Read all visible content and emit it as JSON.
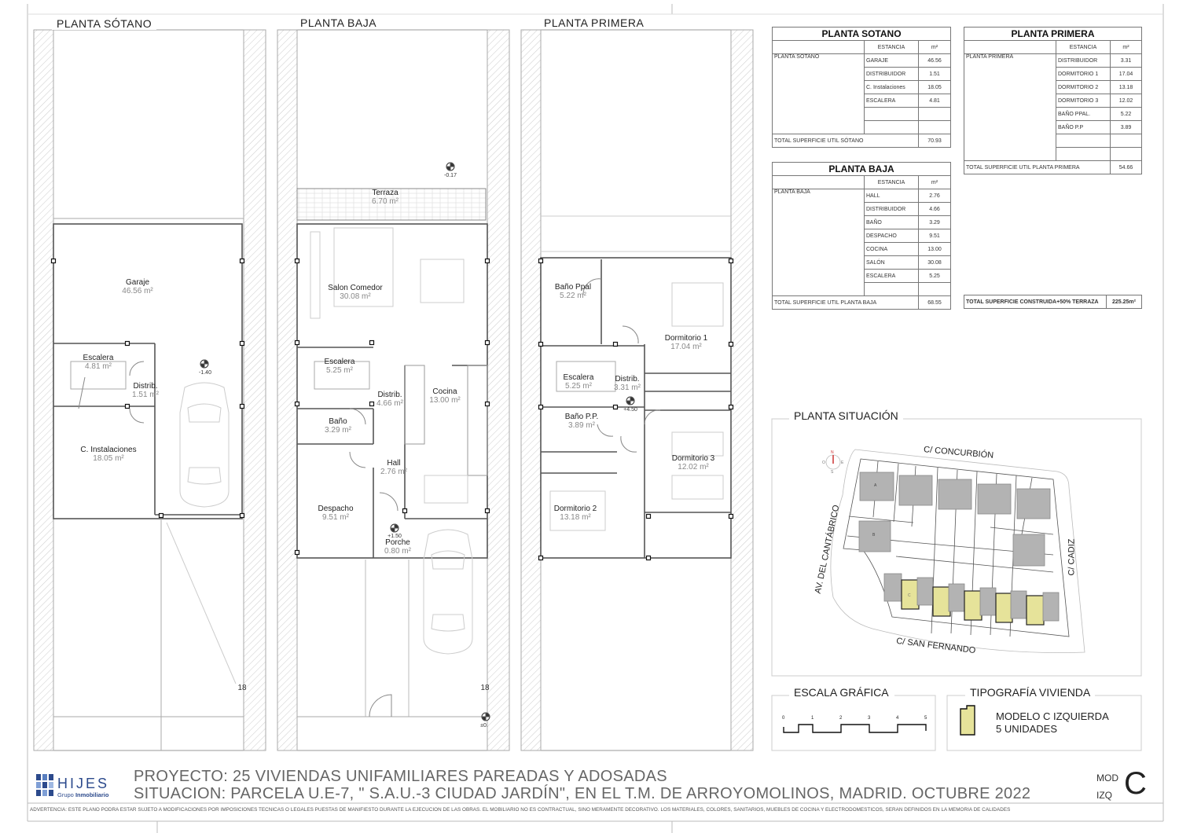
{
  "plans": {
    "sotano": {
      "title": "PLANTA SÓTANO",
      "rooms": [
        {
          "name": "Garaje",
          "area": "46.56 m²"
        },
        {
          "name": "Escalera",
          "area": "4.81 m²"
        },
        {
          "name": "Distrib.",
          "area": "1.51 m²"
        },
        {
          "name": "C. Instalaciones",
          "area": "18.05 m²"
        }
      ],
      "levels": [
        "-1.40"
      ],
      "dim": "18"
    },
    "baja": {
      "title": "PLANTA BAJA",
      "rooms": [
        {
          "name": "Terraza",
          "area": "6.70 m²"
        },
        {
          "name": "Salon Comedor",
          "area": "30.08 m²"
        },
        {
          "name": "Escalera",
          "area": "5.25 m²"
        },
        {
          "name": "Distrib.",
          "area": "4.66 m²"
        },
        {
          "name": "Cocina",
          "area": "13.00 m²"
        },
        {
          "name": "Baño",
          "area": "3.29 m²"
        },
        {
          "name": "Hall",
          "area": "2.76 m²"
        },
        {
          "name": "Despacho",
          "area": "9.51 m²"
        },
        {
          "name": "Porche",
          "area": "0.80 m²"
        }
      ],
      "levels": [
        "-0.17",
        "+1.50",
        "±0."
      ],
      "dim": "18"
    },
    "primera": {
      "title": "PLANTA PRIMERA",
      "rooms": [
        {
          "name": "Baño Ppal",
          "area": "5.22 m²"
        },
        {
          "name": "Dormitorio 1",
          "area": "17.04 m²"
        },
        {
          "name": "Escalera",
          "area": "5.25 m²"
        },
        {
          "name": "Distrib.",
          "area": "3.31 m²"
        },
        {
          "name": "Baño P.P.",
          "area": "3.89 m²"
        },
        {
          "name": "Dormitorio 3",
          "area": "12.02 m²"
        },
        {
          "name": "Dormitorio 2",
          "area": "13.18 m²"
        }
      ],
      "levels": [
        "+4.50"
      ]
    }
  },
  "tables": {
    "sotano": {
      "title": "PLANTA SOTANO",
      "col_estancia": "ESTANCIA",
      "col_m2": "m²",
      "group": "PLANTA SOTANO",
      "rows": [
        [
          "GARAJE",
          "46.56"
        ],
        [
          "DISTRIBUIDOR",
          "1.51"
        ],
        [
          "C. Instalaciones",
          "18.05"
        ],
        [
          "ESCALERA",
          "4.81"
        ],
        [
          "",
          ""
        ],
        [
          "",
          ""
        ]
      ],
      "total_label": "TOTAL SUPERFICIE UTIL SÓTANO",
      "total": "70.93"
    },
    "baja": {
      "title": "PLANTA BAJA",
      "col_estancia": "ESTANCIA",
      "col_m2": "m²",
      "group": "PLANTA BAJA",
      "rows": [
        [
          "HALL",
          "2.76"
        ],
        [
          "DISTRIBUIDOR",
          "4.66"
        ],
        [
          "BAÑO",
          "3.29"
        ],
        [
          "DESPACHO",
          "9.51"
        ],
        [
          "COCINA",
          "13.00"
        ],
        [
          "SALÓN",
          "30.08"
        ],
        [
          "ESCALERA",
          "5.25"
        ],
        [
          "",
          ""
        ]
      ],
      "total_label": "TOTAL SUPERFICIE UTIL PLANTA BAJA",
      "total": "68.55"
    },
    "primera": {
      "title": "PLANTA PRIMERA",
      "col_estancia": "ESTANCIA",
      "col_m2": "m²",
      "group": "PLANTA PRIMERA",
      "rows": [
        [
          "DISTRIBUIDOR",
          "3.31"
        ],
        [
          "DORMITORIO 1",
          "17.04"
        ],
        [
          "DORMITORIO 2",
          "13.18"
        ],
        [
          "DORMITORIO 3",
          "12.02"
        ],
        [
          "BAÑO PPAL.",
          "5.22"
        ],
        [
          "BAÑO P.P",
          "3.89"
        ],
        [
          "",
          ""
        ],
        [
          "",
          ""
        ]
      ],
      "total_label": "TOTAL SUPERFICIE UTIL PLANTA PRIMERA",
      "total": "54.66"
    },
    "grand_total": {
      "label": "TOTAL SUPERFICIE CONSTRUIDA+50% TERRAZA",
      "value": "225.25m²"
    }
  },
  "situacion": {
    "title": "PLANTA SITUACIÓN",
    "streets": [
      "C/ CONCURBIÓN",
      "C/ SAN FERNANDO",
      "AV. DEL CANTÁBRICO",
      "C/ CADIZ"
    ],
    "compass": [
      "N",
      "S",
      "E",
      "O"
    ],
    "unit_types": {
      "a": "A",
      "b": "B",
      "c": "C"
    },
    "highlight_color": "#e6e39a"
  },
  "escala": {
    "title": "ESCALA GRÁFICA",
    "ticks": [
      "0",
      "1",
      "2",
      "3",
      "4",
      "5"
    ]
  },
  "tipografia": {
    "title": "TIPOGRAFÍA VIVIENDA",
    "line1": "MODELO C IZQUIERDA",
    "line2": "5 UNIDADES"
  },
  "footer": {
    "logo_name": "HIJES",
    "logo_sub_a": "Grupo ",
    "logo_sub_b": "Inmobiliario",
    "proyecto": "PROYECTO:  25 VIVIENDAS UNIFAMILIARES PAREADAS Y ADOSADAS",
    "situacion": "SITUACION:  PARCELA U.E-7, \" S.A.U.-3 CIUDAD JARDÍN\", EN EL T.M. DE ARROYOMOLINOS, MADRID.  OCTUBRE 2022",
    "mod": "MOD",
    "izq": "IZQ",
    "letter": "C",
    "advertencia": "ADVERTENCIA:  ESTE PLANO PODRA ESTAR SUJETO A MODIFICACIONES POR IMPOSICIONES TECNICAS O LEGALES PUESTAS DE MANIFIESTO DURANTE LA EJECUCION DE LAS OBRAS. EL MOBILIARIO NO ES CONTRACTUAL, SINO MERAMENTE DECORATIVO. LOS MATERIALES, COLORES, SANITARIOS, MUEBLES DE COCINA Y ELECTRODOMESTICOS, SERAN DEFINIDOS EN LA MEMORIA DE CALIDADES"
  }
}
